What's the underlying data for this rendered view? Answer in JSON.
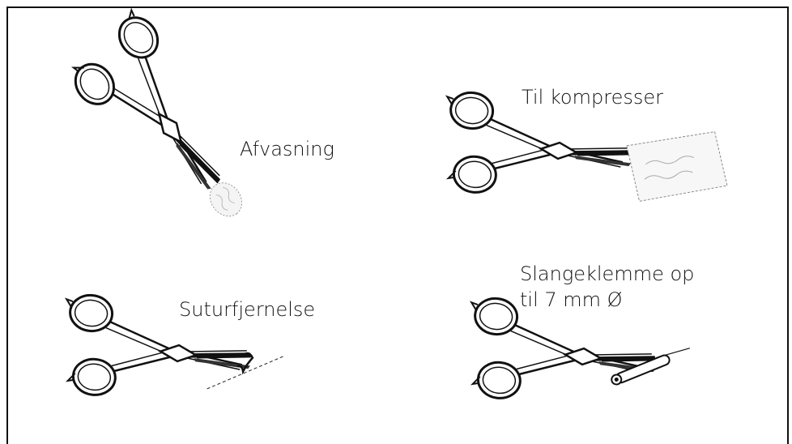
{
  "labels": {
    "afvasning": "Afvasning",
    "kompresser": "Til kompresser",
    "suturfjernelse": "Suturfjernelse",
    "slangeklemme_line1": "Slangeklemme op",
    "slangeklemme_line2": "til 7 mm Ø"
  },
  "illustrations": [
    {
      "name": "scissors-with-swab",
      "use": "afvasning"
    },
    {
      "name": "scissors-with-gauze",
      "use": "kompresser"
    },
    {
      "name": "scissors-with-suture",
      "use": "suturfjernelse"
    },
    {
      "name": "scissors-with-tube",
      "use": "slangeklemme"
    }
  ],
  "colors": {
    "ink": "#111111",
    "background": "#ffffff"
  }
}
